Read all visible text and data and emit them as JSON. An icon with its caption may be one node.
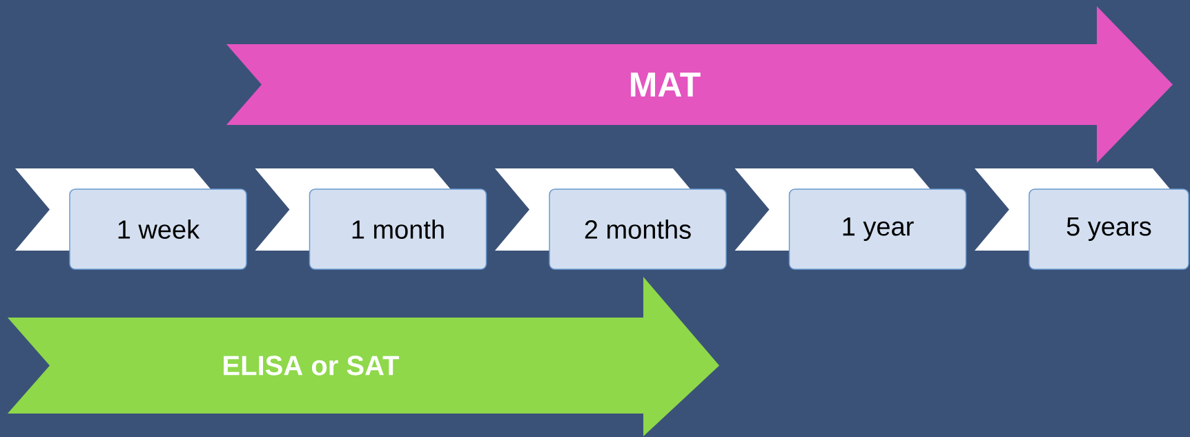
{
  "diagram": {
    "nodes": [
      {
        "text": [
          "MAT"
        ]
      },
      {
        "text": [
          "1 week"
        ]
      },
      {
        "text": [
          "1 month"
        ]
      },
      {
        "text": [
          "2 months"
        ]
      },
      {
        "text": [
          "1 year"
        ]
      },
      {
        "text": [
          "5 years"
        ]
      },
      {
        "text": [
          "ELISA or SAT"
        ]
      }
    ]
  }
}
